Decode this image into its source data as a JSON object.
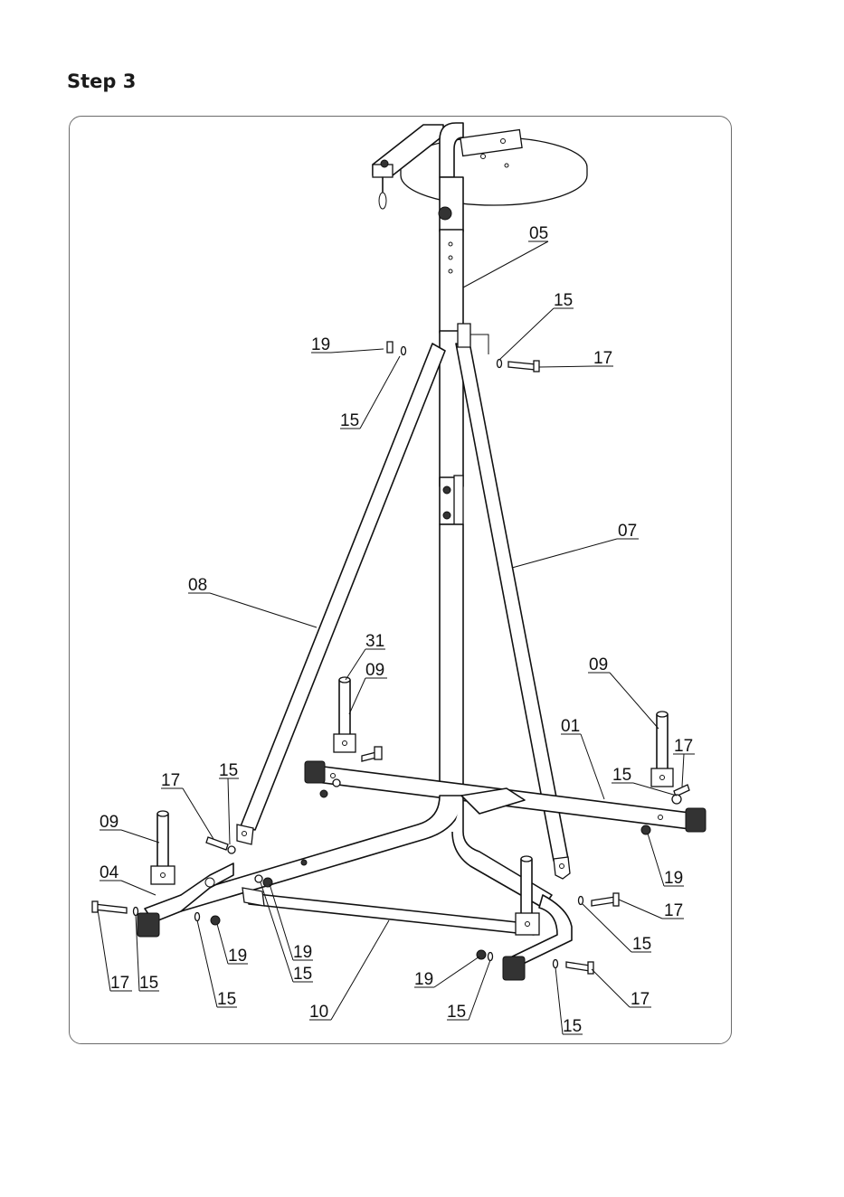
{
  "title": "Step 3",
  "callouts": [
    {
      "id": "c-05",
      "label": "05"
    },
    {
      "id": "c-15a",
      "label": "15"
    },
    {
      "id": "c-19a",
      "label": "19"
    },
    {
      "id": "c-17a",
      "label": "17"
    },
    {
      "id": "c-15b",
      "label": "15"
    },
    {
      "id": "c-07",
      "label": "07"
    },
    {
      "id": "c-08",
      "label": "08"
    },
    {
      "id": "c-31",
      "label": "31"
    },
    {
      "id": "c-09a",
      "label": "09"
    },
    {
      "id": "c-09b",
      "label": "09"
    },
    {
      "id": "c-01",
      "label": "01"
    },
    {
      "id": "c-17b",
      "label": "17"
    },
    {
      "id": "c-15c",
      "label": "15"
    },
    {
      "id": "c-17c",
      "label": "17"
    },
    {
      "id": "c-15d",
      "label": "15"
    },
    {
      "id": "c-09c",
      "label": "09"
    },
    {
      "id": "c-04",
      "label": "04"
    },
    {
      "id": "c-19b",
      "label": "19"
    },
    {
      "id": "c-17d",
      "label": "17"
    },
    {
      "id": "c-15e",
      "label": "15"
    },
    {
      "id": "c-19c",
      "label": "19"
    },
    {
      "id": "c-15f",
      "label": "15"
    },
    {
      "id": "c-17e",
      "label": "17"
    },
    {
      "id": "c-15g",
      "label": "15"
    },
    {
      "id": "c-19d",
      "label": "19"
    },
    {
      "id": "c-15h",
      "label": "15"
    },
    {
      "id": "c-19e",
      "label": "19"
    },
    {
      "id": "c-10",
      "label": "10"
    },
    {
      "id": "c-15i",
      "label": "15"
    },
    {
      "id": "c-17f",
      "label": "17"
    },
    {
      "id": "c-15j",
      "label": "15"
    }
  ]
}
